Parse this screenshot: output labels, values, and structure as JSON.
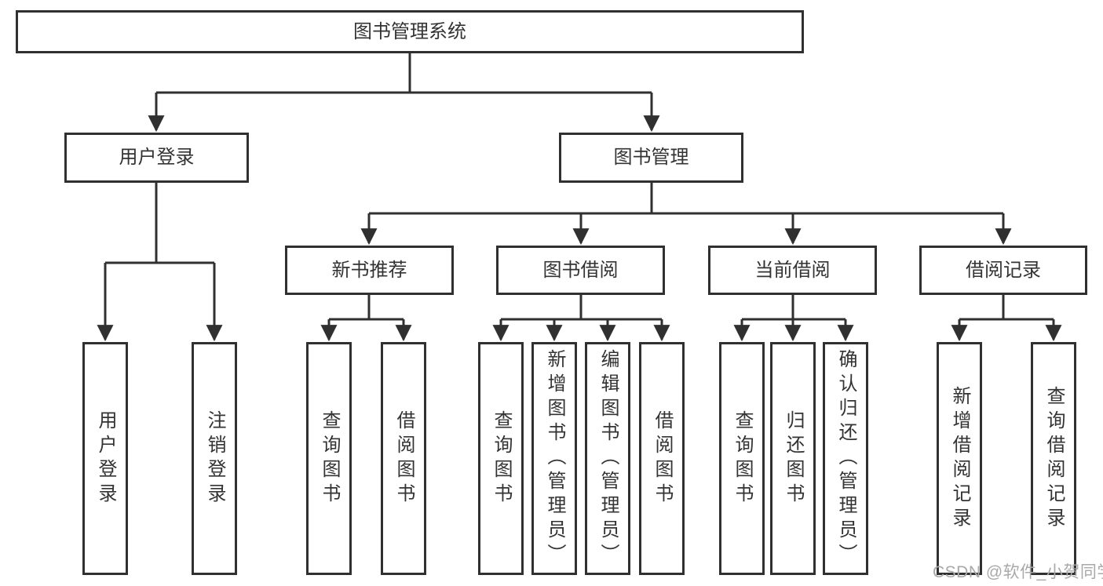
{
  "tree": {
    "root": {
      "label": "图书管理系统"
    },
    "branches": [
      {
        "label": "用户登录",
        "leaves": [
          {
            "label": "用户登录"
          },
          {
            "label": "注销登录"
          }
        ]
      },
      {
        "label": "图书管理",
        "groups": [
          {
            "label": "新书推荐",
            "leaves": [
              {
                "label": "查询图书"
              },
              {
                "label": "借阅图书"
              }
            ]
          },
          {
            "label": "图书借阅",
            "leaves": [
              {
                "label": "查询图书"
              },
              {
                "label": "新增图书（管理员）"
              },
              {
                "label": "编辑图书（管理员）"
              },
              {
                "label": "借阅图书"
              }
            ]
          },
          {
            "label": "当前借阅",
            "leaves": [
              {
                "label": "查询图书"
              },
              {
                "label": "归还图书"
              },
              {
                "label": "确认归还（管理员）"
              }
            ]
          },
          {
            "label": "借阅记录",
            "leaves": [
              {
                "label": "新增借阅记录"
              },
              {
                "label": "查询借阅记录"
              }
            ]
          }
        ]
      }
    ]
  },
  "watermark": {
    "text": "CSDN @软件_小贺同学"
  },
  "colors": {
    "line": "#303030",
    "text": "#333333",
    "watermark": "#a9a9a9",
    "background": "#ffffff"
  }
}
